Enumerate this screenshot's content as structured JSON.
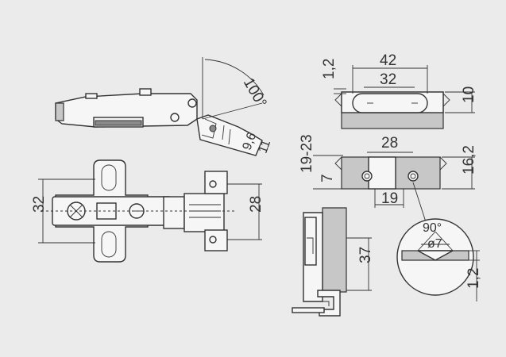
{
  "drawing": {
    "background": "#ecebeb",
    "line_color": "#333333",
    "opening_angle": "100°",
    "side_view": {
      "dim_a": "9,6",
      "dim_b": "11"
    },
    "top_view": {
      "width": "32",
      "arm_height": "28"
    },
    "mounting_plate_top": {
      "overall": "42",
      "hole_spacing": "32",
      "thickness_left": "1,2",
      "thickness_right": "10"
    },
    "mounting_plate_side": {
      "span": "28",
      "offset": "19",
      "range": "19-23",
      "left_small": "7",
      "right_height": "16,2"
    },
    "cup_section": {
      "depth": "37"
    },
    "detail": {
      "angle": "90°",
      "diameter": "ø7",
      "depth": "1,2"
    }
  }
}
